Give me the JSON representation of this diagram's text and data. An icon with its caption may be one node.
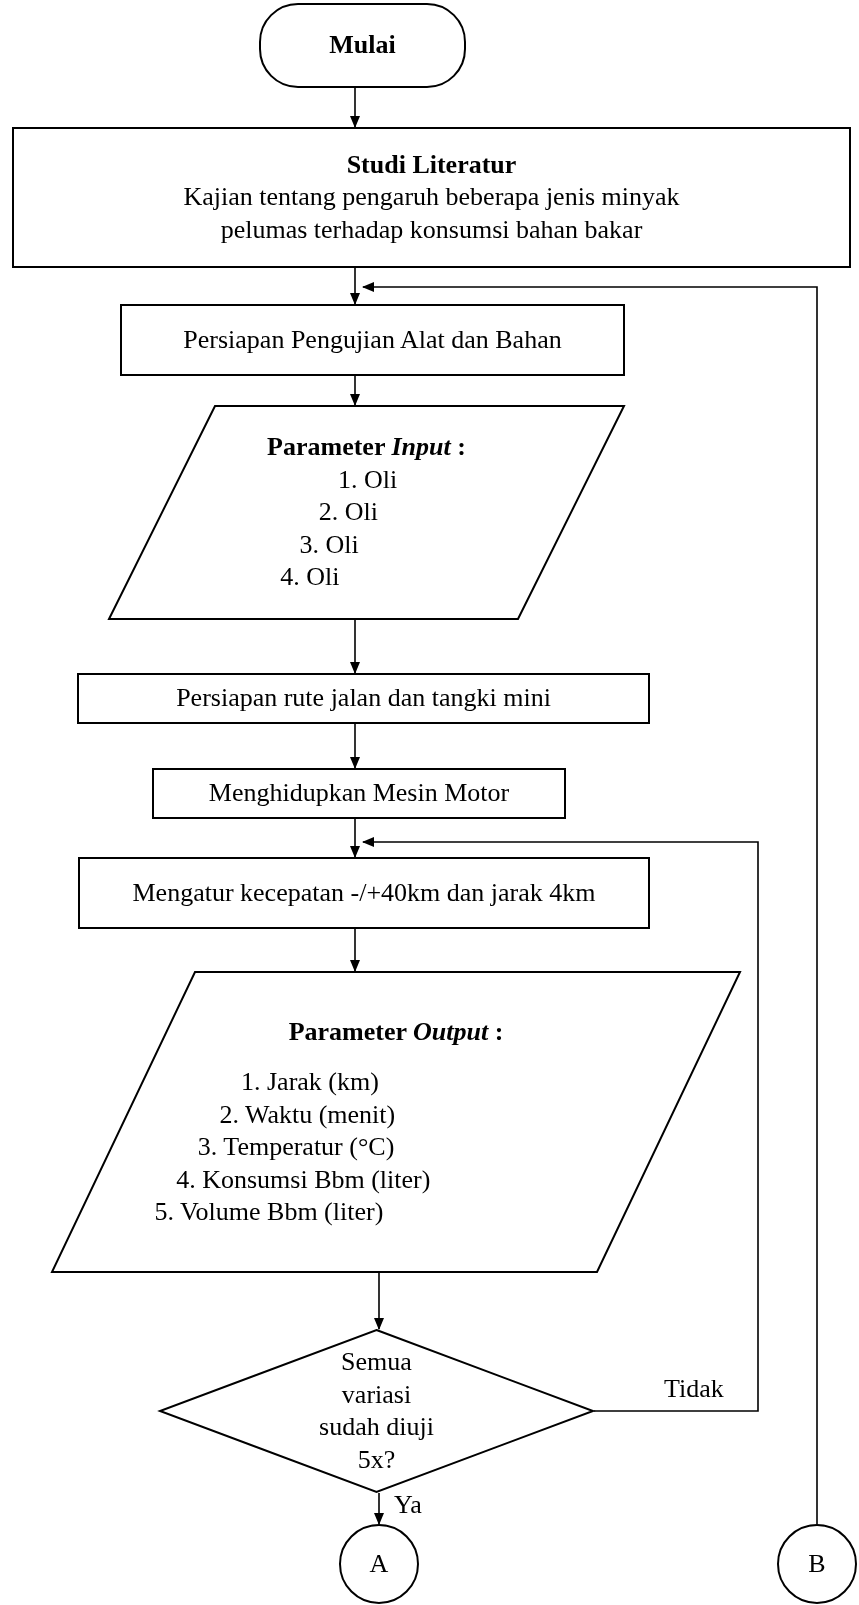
{
  "diagram": {
    "nodes": [
      {
        "text": [
          "Mulai"
        ]
      },
      {
        "text": [
          "Studi Literatur",
          "Kajian tentang pengaruh beberapa jenis minyak pelumas terhadap konsumsi bahan bakar"
        ]
      },
      {
        "text": [
          "Persiapan Pengujian Alat dan Bahan"
        ]
      },
      {
        "text": [
          "Parameter *Input* :",
          "1. Oli",
          "2. Oli",
          "3. Oli",
          "4. Oli"
        ]
      },
      {
        "text": [
          "Persiapan rute jalan dan tangki mini"
        ]
      },
      {
        "text": [
          "Menghidupkan Mesin Motor"
        ]
      },
      {
        "text": [
          "Mengatur kecepatan -/+40km dan jarak 4km"
        ]
      },
      {
        "text": [
          "Parameter *Output* :",
          "1. Jarak (km)",
          "2. Waktu (menit)",
          "3. Temperatur (°C)",
          "4. Konsumsi Bbm (liter)",
          "5. Volume Bbm (liter)"
        ]
      },
      {
        "text": [
          "Semua variasi sudah diuji 5x?"
        ]
      },
      {
        "text": [
          "A"
        ]
      },
      {
        "text": [
          "B"
        ]
      }
    ],
    "edges": [
      {
        "from": 0,
        "to": 1,
        "arrow": "to"
      },
      {
        "from": 1,
        "to": 2,
        "arrow": "to"
      },
      {
        "from": 2,
        "to": 3,
        "arrow": "to"
      },
      {
        "from": 3,
        "to": 4,
        "arrow": "to"
      },
      {
        "from": 4,
        "to": 5,
        "arrow": "to"
      },
      {
        "from": 5,
        "to": 6,
        "arrow": "to"
      },
      {
        "from": 6,
        "to": 7,
        "arrow": "to"
      },
      {
        "from": 7,
        "to": 8,
        "arrow": "to"
      },
      {
        "from": 8,
        "to": 9,
        "arrow": "to",
        "label": "Ya"
      },
      {
        "from": 8,
        "to": 6,
        "arrow": "to",
        "label": "Tidak"
      },
      {
        "from": 10,
        "to": 2,
        "arrow": "to"
      }
    ]
  }
}
